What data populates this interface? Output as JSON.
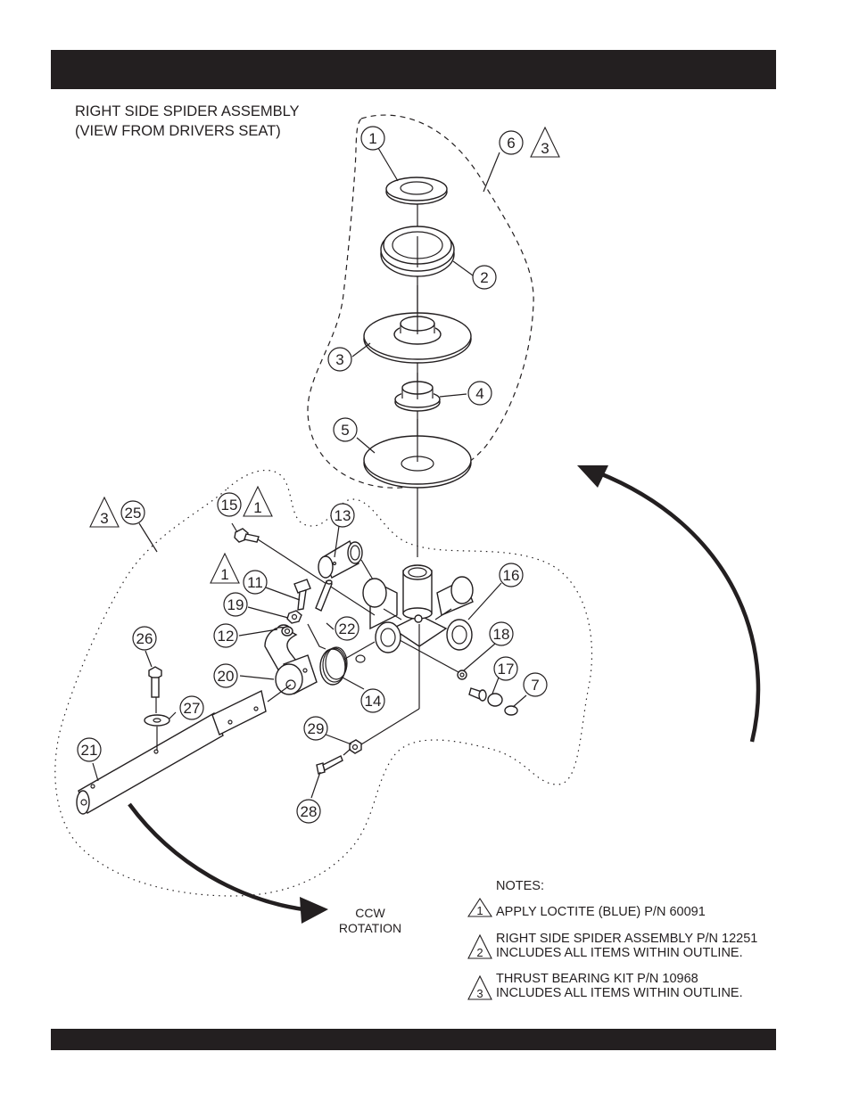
{
  "page": {
    "title_line1": "RIGHT SIDE SPIDER ASSEMBLY",
    "title_line2": "(VIEW FROM DRIVERS SEAT)"
  },
  "callouts": [
    {
      "id": "1",
      "label": "1"
    },
    {
      "id": "2",
      "label": "2"
    },
    {
      "id": "3",
      "label": "3"
    },
    {
      "id": "4",
      "label": "4"
    },
    {
      "id": "5",
      "label": "5"
    },
    {
      "id": "6",
      "label": "6"
    },
    {
      "id": "7",
      "label": "7"
    },
    {
      "id": "11",
      "label": "11"
    },
    {
      "id": "12",
      "label": "12"
    },
    {
      "id": "13",
      "label": "13"
    },
    {
      "id": "14",
      "label": "14"
    },
    {
      "id": "15",
      "label": "15"
    },
    {
      "id": "16",
      "label": "16"
    },
    {
      "id": "17",
      "label": "17"
    },
    {
      "id": "18",
      "label": "18"
    },
    {
      "id": "19",
      "label": "19"
    },
    {
      "id": "20",
      "label": "20"
    },
    {
      "id": "21",
      "label": "21"
    },
    {
      "id": "22",
      "label": "22"
    },
    {
      "id": "25",
      "label": "25"
    },
    {
      "id": "26",
      "label": "26"
    },
    {
      "id": "27",
      "label": "27"
    },
    {
      "id": "28",
      "label": "28"
    },
    {
      "id": "29",
      "label": "29"
    }
  ],
  "note_flags": {
    "flag_item6": "3",
    "flag_item25": "3",
    "flag_item15": "1",
    "flag_item11": "1"
  },
  "rotation": {
    "line1": "CCW",
    "line2": "ROTATION"
  },
  "notes": {
    "heading": "NOTES:",
    "items": [
      {
        "flag": "1",
        "line1": "APPLY LOCTITE (BLUE)  P/N 60091",
        "line2": ""
      },
      {
        "flag": "2",
        "line1": "RIGHT SIDE SPIDER ASSEMBLY P/N 12251",
        "line2": "INCLUDES ALL ITEMS WITHIN OUTLINE."
      },
      {
        "flag": "3",
        "line1": "THRUST BEARING KIT P/N 10968",
        "line2": "INCLUDES ALL ITEMS WITHIN OUTLINE."
      }
    ]
  }
}
